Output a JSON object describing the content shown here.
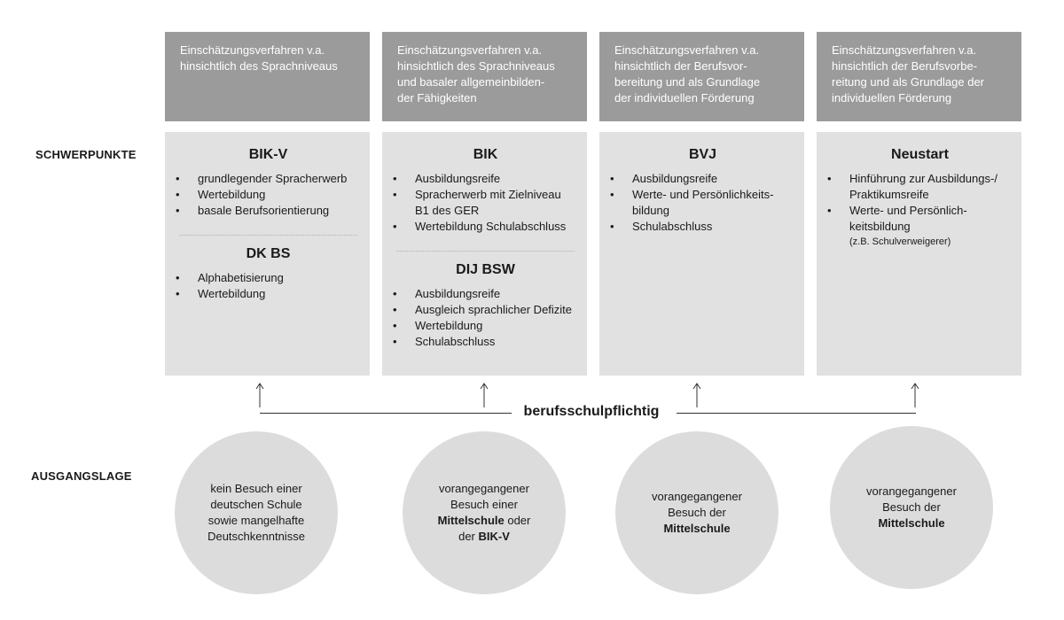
{
  "labels": {
    "schwerpunkte": "SCHWERPUNKTE",
    "ausgangslage": "AUSGANGSLAGE",
    "obligation": "berufsschulpflichtig"
  },
  "headers": [
    "Einschätzungsverfahren v.a.\nhinsichtlich des Sprachniveaus",
    "Einschätzungsverfahren v.a.\nhinsichtlich des Sprachniveaus\nund basaler allgemeinbilden-\nder Fähigkeiten",
    "Einschätzungsverfahren v.a.\nhinsichtlich der Berufsvor-\nbereitung und als Grundlage\nder individuellen Förderung",
    "Einschätzungsverfahren v.a.\nhinsichtlich der Berufsvorbe-\nreitung und als Grundlage der\nindividuellen Förderung"
  ],
  "columns": [
    {
      "title": "BIK-V",
      "items": [
        "grundlegender Spracherwerb",
        "Wertebildung",
        "basale Berufsorientierung"
      ],
      "title2": "DK BS",
      "items2": [
        "Alphabetisierung",
        "Wertebildung"
      ]
    },
    {
      "title": "BIK",
      "items": [
        "Ausbildungsreife",
        "Spracherwerb mit Zielniveau\nB1 des GER",
        "Wertebildung Schulabschluss"
      ],
      "title2": "DIJ BSW",
      "items2": [
        "Ausbildungsreife",
        "Ausgleich sprachlicher Defizite",
        "Wertebildung",
        "Schulabschluss"
      ]
    },
    {
      "title": "BVJ",
      "items": [
        "Ausbildungsreife",
        "Werte- und Persönlichkeits-\nbildung",
        "Schulabschluss"
      ]
    },
    {
      "title": "Neustart",
      "items": [
        "Hinführung zur Ausbildungs-/\nPraktikumsreife",
        "Werte- und Persönlich-\nkeitsbildung"
      ],
      "note": "(z.B. Schulverweigerer)"
    }
  ],
  "circles": [
    {
      "l1": "kein Besuch einer",
      "l2": "deutschen Schule",
      "l3": "sowie mangelhafte",
      "l4": "Deutschkenntnisse"
    },
    {
      "l1": "vorangegangener",
      "l2": "Besuch einer",
      "b1": "Mittelschule",
      "l3": " oder",
      "l4": "der ",
      "b2": "BIK-V"
    },
    {
      "l1": "vorangegangener",
      "l2": "Besuch der",
      "b1": "Mittelschule"
    },
    {
      "l1": "vorangegangener",
      "l2": "Besuch der",
      "b1": "Mittelschule"
    }
  ]
}
